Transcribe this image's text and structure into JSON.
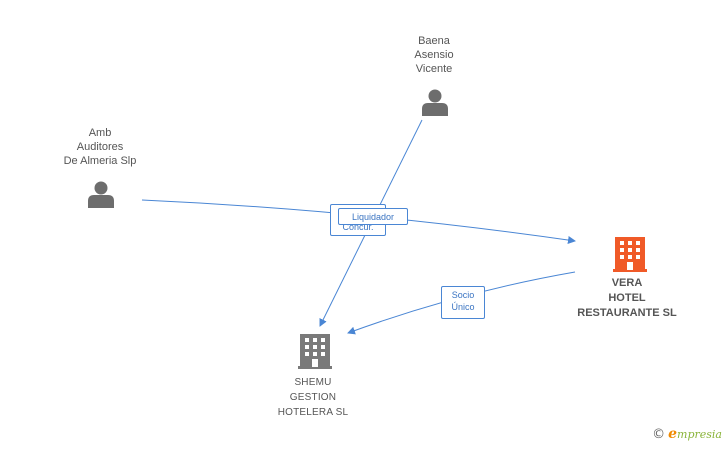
{
  "nodes": {
    "amb": {
      "label": "Amb\nAuditores\nDe Almeria Slp",
      "type": "person"
    },
    "baena": {
      "label": "Baena\nAsensio\nVicente",
      "type": "person"
    },
    "vera": {
      "label": "VERA\nHOTEL\nRESTAURANTE SL",
      "type": "company",
      "focus": true,
      "color": "#f05a28"
    },
    "shemu": {
      "label": "SHEMU\nGESTION\nHOTELERA SL",
      "type": "company",
      "color": "#7a7a7a"
    }
  },
  "edges": {
    "concursal": {
      "label": "Concur."
    },
    "liquidador": {
      "label": "Liquidador"
    },
    "socio": {
      "label": "Socio\nÚnico"
    }
  },
  "colors": {
    "person_icon": "#6d6d6d",
    "edge": "#4a86d4"
  },
  "brand": {
    "copyright": "©",
    "initial": "e",
    "name": "mpresia"
  }
}
